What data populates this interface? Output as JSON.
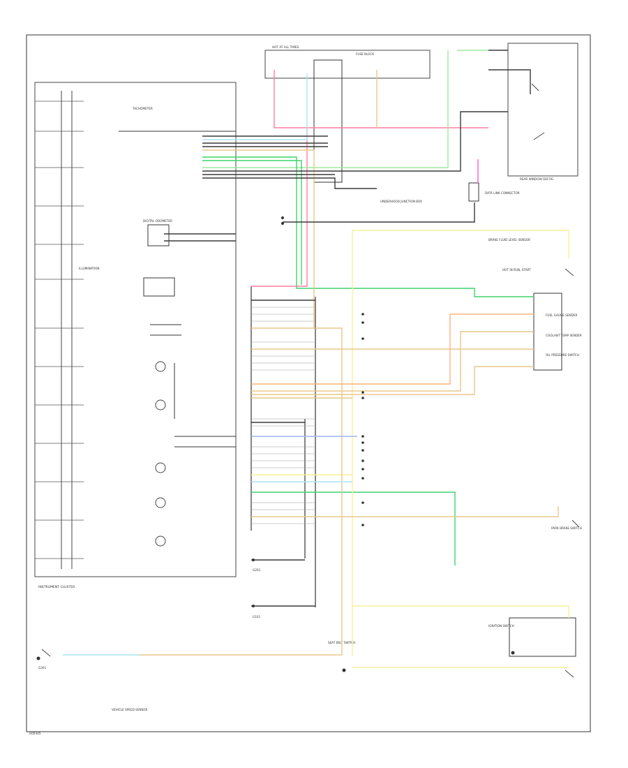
{
  "figure_code": "G00345",
  "components": {
    "instrument_cluster": "INSTRUMENT CLUSTER",
    "tachometer": "TACHOMETER",
    "digital_odometer": "DIGITAL ODOMETER",
    "illumination": "ILLUMINATION",
    "hot_at_all_times_fuse_block": "HOT AT ALL TIMES",
    "fuse_block_title": "FUSE BLOCK",
    "hot_in_run_start": "HOT IN RUN, START",
    "underhood_junction": "UNDERHOOD JUNCTION BOX",
    "rear_window_defog": "REAR WINDOW DEFOG",
    "data_link_connector": "DATA LINK CONNECTOR",
    "ignition_switch": "IGNITION SWITCH",
    "brake_fluid_level": "BRAKE FLUID LEVEL SENSOR",
    "park_brake_switch": "PARK BRAKE SWITCH",
    "seat_belt_switch": "SEAT BELT SWITCH",
    "fuel_gauge_sender": "FUEL GAUGE SENDER",
    "coolant_temp_sender": "COOLANT TEMP SENDER",
    "oil_pressure_switch": "OIL PRESSURE SWITCH",
    "vehicle_speed_sensor": "VEHICLE SPEED SENSOR",
    "g101": "G101",
    "g201": "G201",
    "g301": "G301"
  },
  "wire_colors": {
    "red": "#ff7f9f",
    "cyan": "#a8e6f2",
    "lightgreen": "#9ee89e",
    "green": "#3fd46c",
    "yellow": "#f7f09a",
    "tan": "#e8c88a",
    "orange": "#ffb27a",
    "blue": "#9fb4f0",
    "magenta": "#ff5cd6",
    "dark": "#3a3a3a",
    "gray": "#8a8a8a"
  }
}
